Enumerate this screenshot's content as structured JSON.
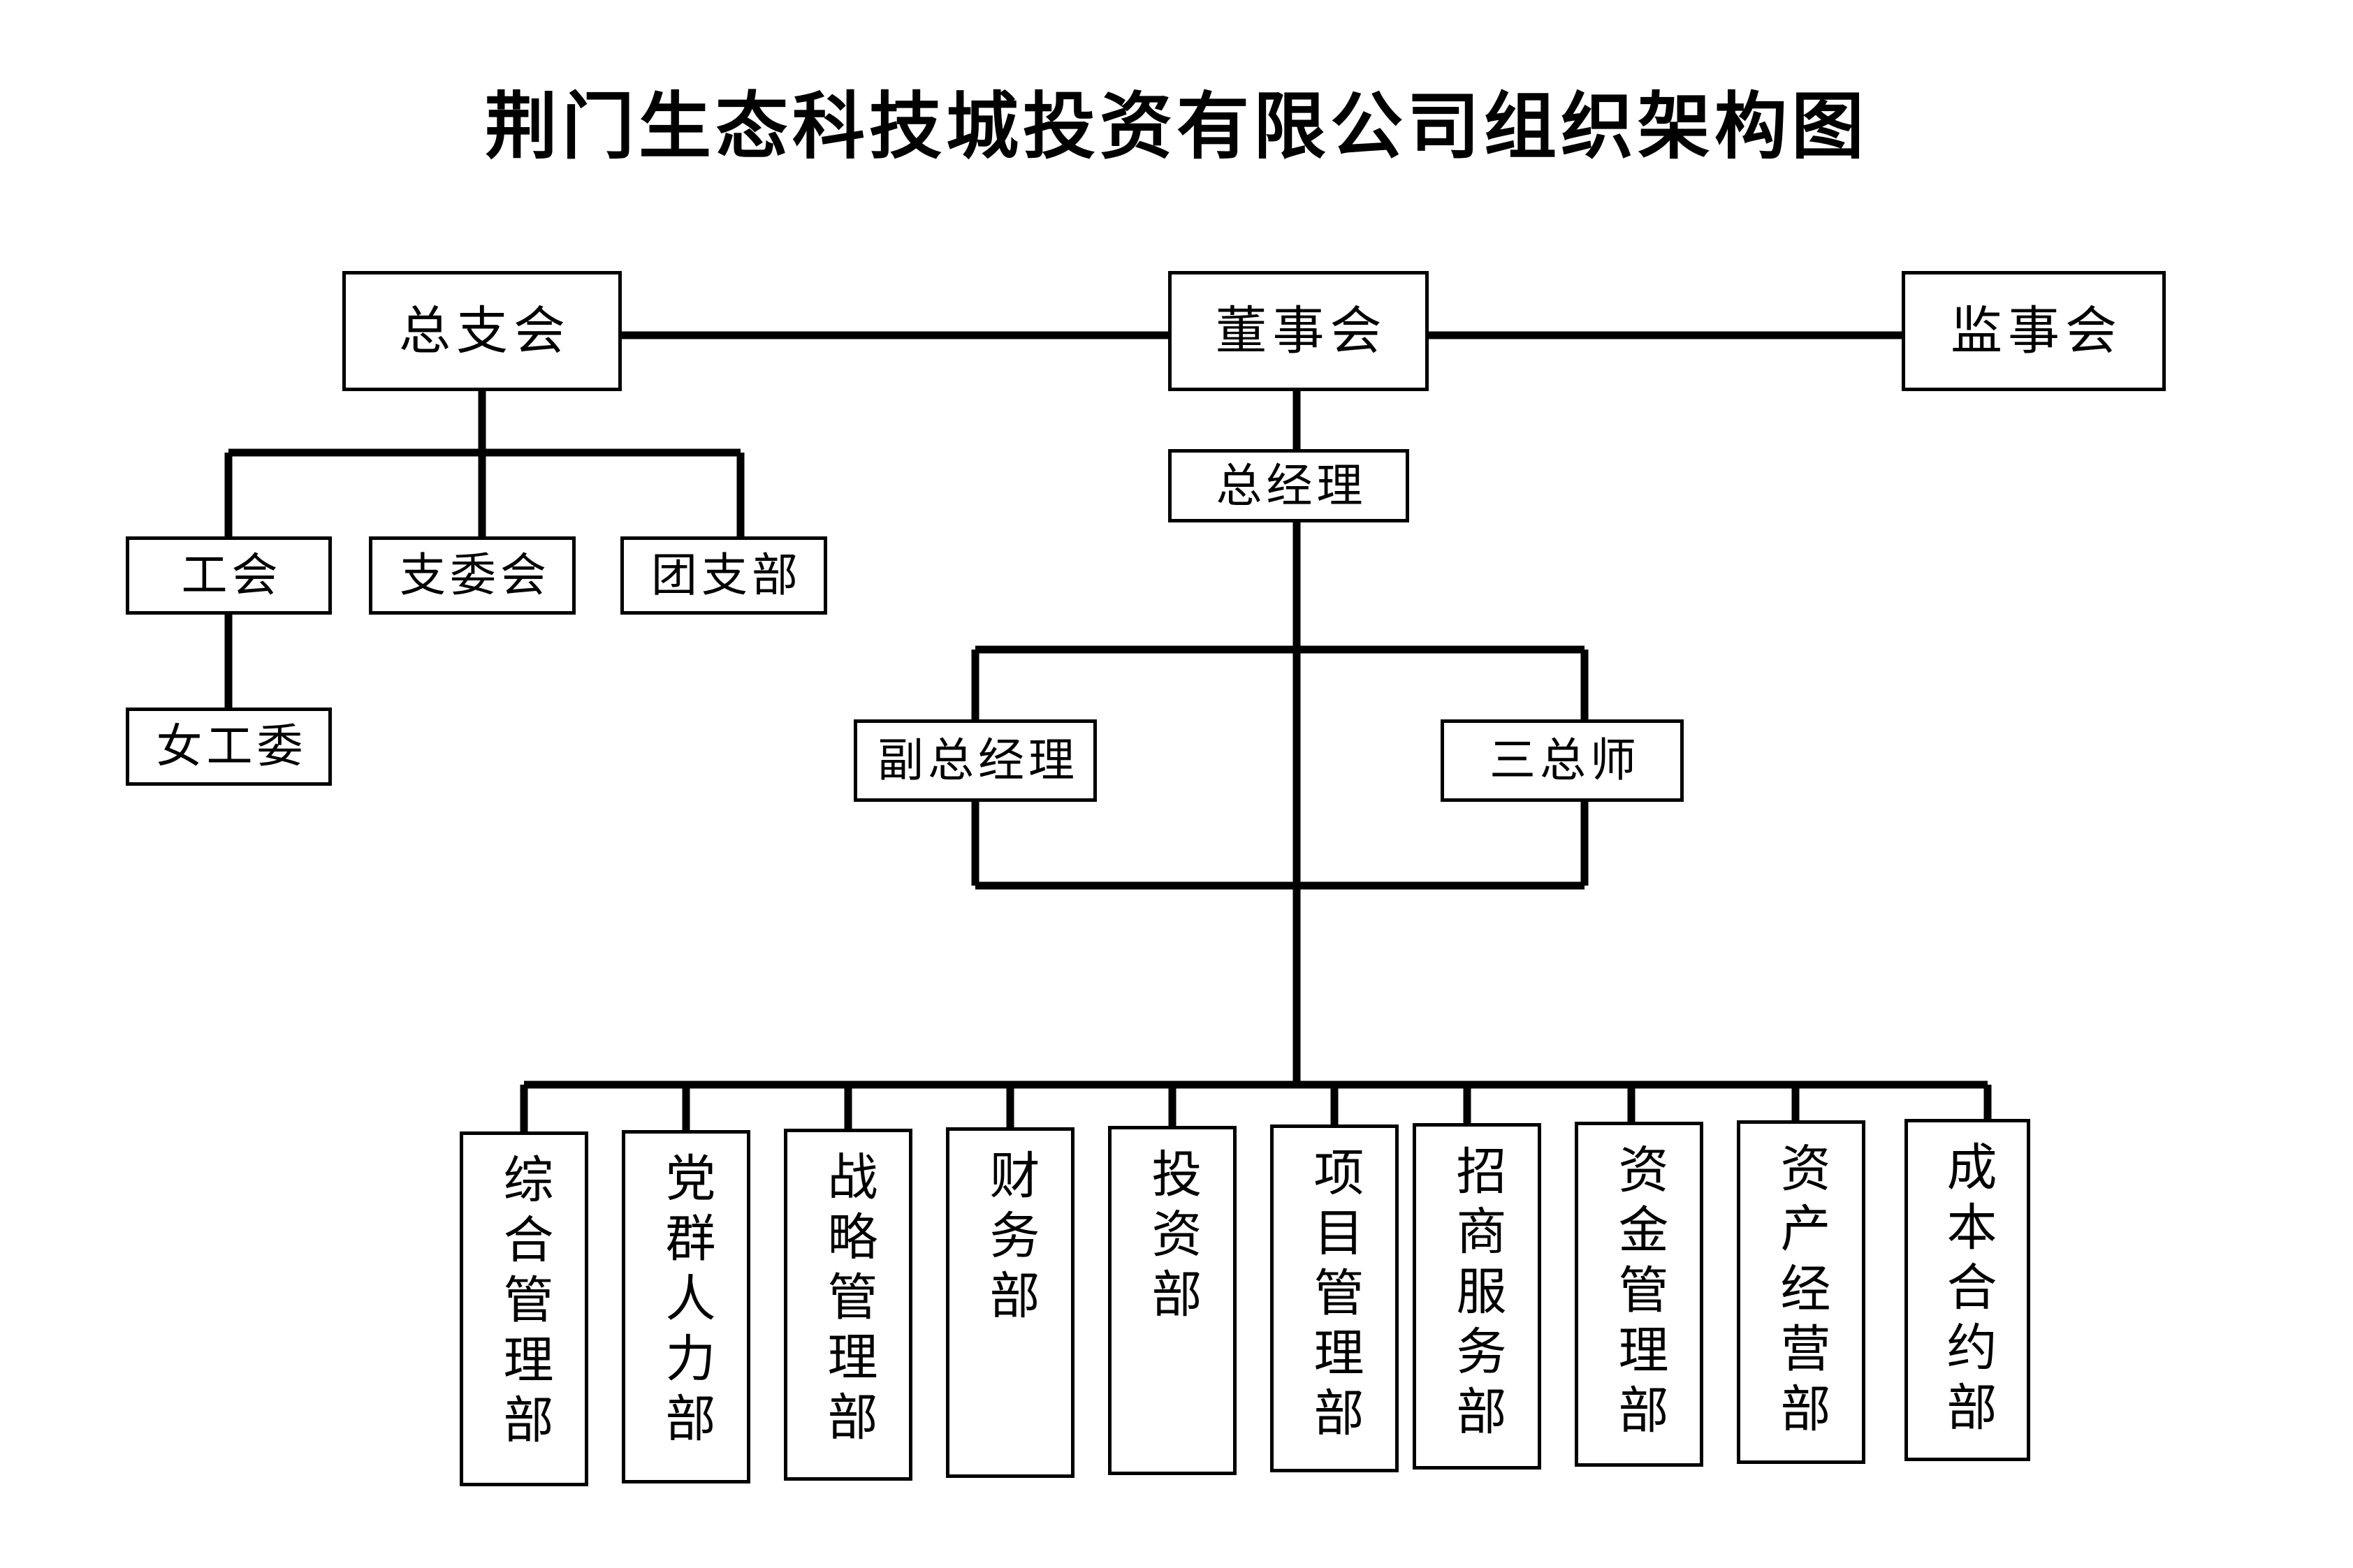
{
  "title": "荆门生态科技城投资有限公司组织架构图",
  "chart_data": {
    "type": "diagram",
    "diagram_type": "organization-chart",
    "title": "荆门生态科技城投资有限公司组织架构图",
    "orientation": "top-down",
    "nodes": [
      {
        "id": "party_branch",
        "label": "总支会",
        "level": 1,
        "text_direction": "horizontal"
      },
      {
        "id": "board",
        "label": "董事会",
        "level": 1,
        "text_direction": "horizontal"
      },
      {
        "id": "supervisors",
        "label": "监事会",
        "level": 1,
        "text_direction": "horizontal"
      },
      {
        "id": "union",
        "label": "工会",
        "level": 2,
        "text_direction": "horizontal"
      },
      {
        "id": "branch_comm",
        "label": "支委会",
        "level": 2,
        "text_direction": "horizontal"
      },
      {
        "id": "youth_league",
        "label": "团支部",
        "level": 2,
        "text_direction": "horizontal"
      },
      {
        "id": "women_comm",
        "label": "女工委",
        "level": 3,
        "text_direction": "horizontal"
      },
      {
        "id": "gm",
        "label": "总经理",
        "level": 2,
        "text_direction": "horizontal"
      },
      {
        "id": "deputy_gm",
        "label": "副总经理",
        "level": 3,
        "text_direction": "horizontal"
      },
      {
        "id": "chief_engineers",
        "label": "三总师",
        "level": 3,
        "text_direction": "horizontal"
      },
      {
        "id": "dept_general",
        "label": "综合管理部",
        "level": 4,
        "text_direction": "vertical"
      },
      {
        "id": "dept_party_hr",
        "label": "党群人力部",
        "level": 4,
        "text_direction": "vertical"
      },
      {
        "id": "dept_strategy",
        "label": "战略管理部",
        "level": 4,
        "text_direction": "vertical"
      },
      {
        "id": "dept_finance",
        "label": "财务部",
        "level": 4,
        "text_direction": "vertical"
      },
      {
        "id": "dept_invest",
        "label": "投资部",
        "level": 4,
        "text_direction": "vertical"
      },
      {
        "id": "dept_project",
        "label": "项目管理部",
        "level": 4,
        "text_direction": "vertical"
      },
      {
        "id": "dept_merchant",
        "label": "招商服务部",
        "level": 4,
        "text_direction": "vertical"
      },
      {
        "id": "dept_fund",
        "label": "资金管理部",
        "level": 4,
        "text_direction": "vertical"
      },
      {
        "id": "dept_asset",
        "label": "资产经营部",
        "level": 4,
        "text_direction": "vertical"
      },
      {
        "id": "dept_cost",
        "label": "成本合约部",
        "level": 4,
        "text_direction": "vertical"
      }
    ],
    "edges": [
      {
        "from": "party_branch",
        "to": "board",
        "style": "horizontal-link"
      },
      {
        "from": "board",
        "to": "supervisors",
        "style": "horizontal-link"
      },
      {
        "from": "party_branch",
        "to": "union"
      },
      {
        "from": "party_branch",
        "to": "branch_comm"
      },
      {
        "from": "party_branch",
        "to": "youth_league"
      },
      {
        "from": "union",
        "to": "women_comm"
      },
      {
        "from": "board",
        "to": "gm"
      },
      {
        "from": "gm",
        "to": "deputy_gm"
      },
      {
        "from": "gm",
        "to": "chief_engineers"
      },
      {
        "from": "gm",
        "to": "dept_general"
      },
      {
        "from": "gm",
        "to": "dept_party_hr"
      },
      {
        "from": "gm",
        "to": "dept_strategy"
      },
      {
        "from": "gm",
        "to": "dept_finance"
      },
      {
        "from": "gm",
        "to": "dept_invest"
      },
      {
        "from": "gm",
        "to": "dept_project"
      },
      {
        "from": "gm",
        "to": "dept_merchant"
      },
      {
        "from": "gm",
        "to": "dept_fund"
      },
      {
        "from": "gm",
        "to": "dept_asset"
      },
      {
        "from": "gm",
        "to": "dept_cost"
      }
    ],
    "colors": {
      "line": "#000000",
      "box_border": "#000000",
      "box_fill": "#ffffff",
      "text": "#000000",
      "background": "#ffffff"
    }
  }
}
